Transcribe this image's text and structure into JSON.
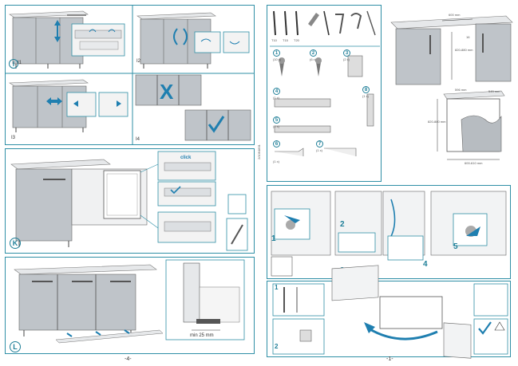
{
  "left_page": {
    "page_number": "-4-",
    "steps": {
      "I1": "I1",
      "I2": "I2",
      "I3": "I3",
      "I4": "I4",
      "K": "K",
      "L": "L"
    },
    "click_text": "click",
    "min_gap": "min 25 mm",
    "side_code": "2/1064831"
  },
  "right_page": {
    "page_number": "-1-",
    "tools": [
      "T10",
      "T15",
      "T20",
      "",
      "",
      "",
      ""
    ],
    "parts": {
      "p1": {
        "num": "1",
        "qty": "(10 x)"
      },
      "p2": {
        "num": "2",
        "qty": "(6 x)"
      },
      "p3": {
        "num": "3",
        "qty": "(2 x)"
      },
      "p4": {
        "num": "4",
        "qty": "(1 x)"
      },
      "p5": {
        "num": "5",
        "qty": "(1 x)"
      },
      "p6": {
        "num": "6",
        "qty": "(1 x)"
      },
      "p7": {
        "num": "7",
        "qty": "(1 x)"
      },
      "p8": {
        "num": "8",
        "qty": "(1 x)"
      }
    },
    "dims": {
      "top_width": "600 mm",
      "niche_height": "820-880 mm",
      "door_gap": "16",
      "unit_height": "820-880 mm",
      "unit_width": "596 mm",
      "unit_depth": "545 mm",
      "base_width": "600-610 mm"
    },
    "steps": [
      "1",
      "2",
      "3",
      "4",
      "5"
    ],
    "bottom_steps": [
      "1",
      "2"
    ]
  },
  "colors": {
    "accent": "#2f8fa6",
    "cabinet_fill": "#b7bcc1",
    "cabinet_top": "#e6e8ea",
    "arrow_blue": "#1f7fb0"
  }
}
